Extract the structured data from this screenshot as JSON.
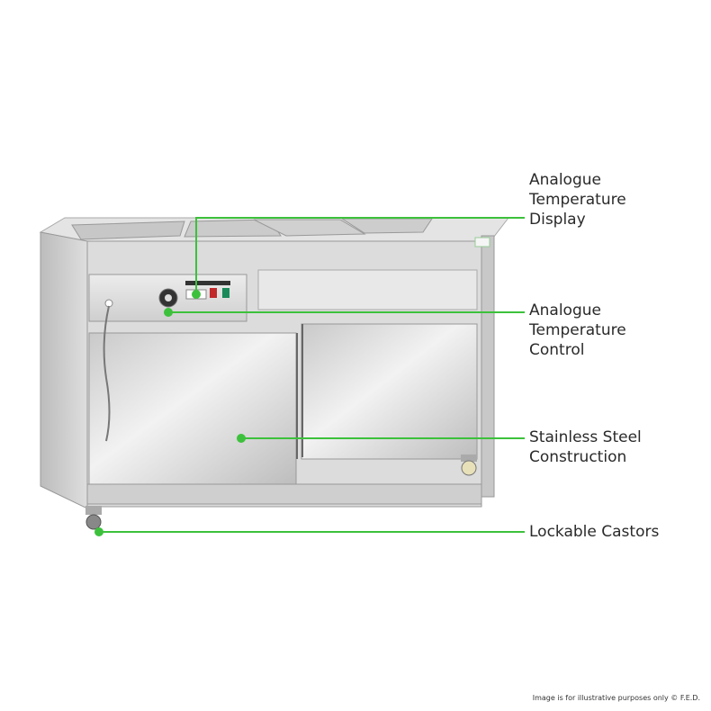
{
  "callouts": [
    {
      "id": "display",
      "label": "Analogue\nTemperature\nDisplay"
    },
    {
      "id": "control",
      "label": "Analogue\nTemperature\nControl"
    },
    {
      "id": "construction",
      "label": "Stainless Steel\nConstruction"
    },
    {
      "id": "castors",
      "label": "Lockable Castors"
    }
  ],
  "footer": "Image is for illustrative purposes only  © F.E.D.",
  "colors": {
    "accent": "#3dc13c",
    "steel": "#d9d9d9",
    "text": "#2a2a2a"
  }
}
